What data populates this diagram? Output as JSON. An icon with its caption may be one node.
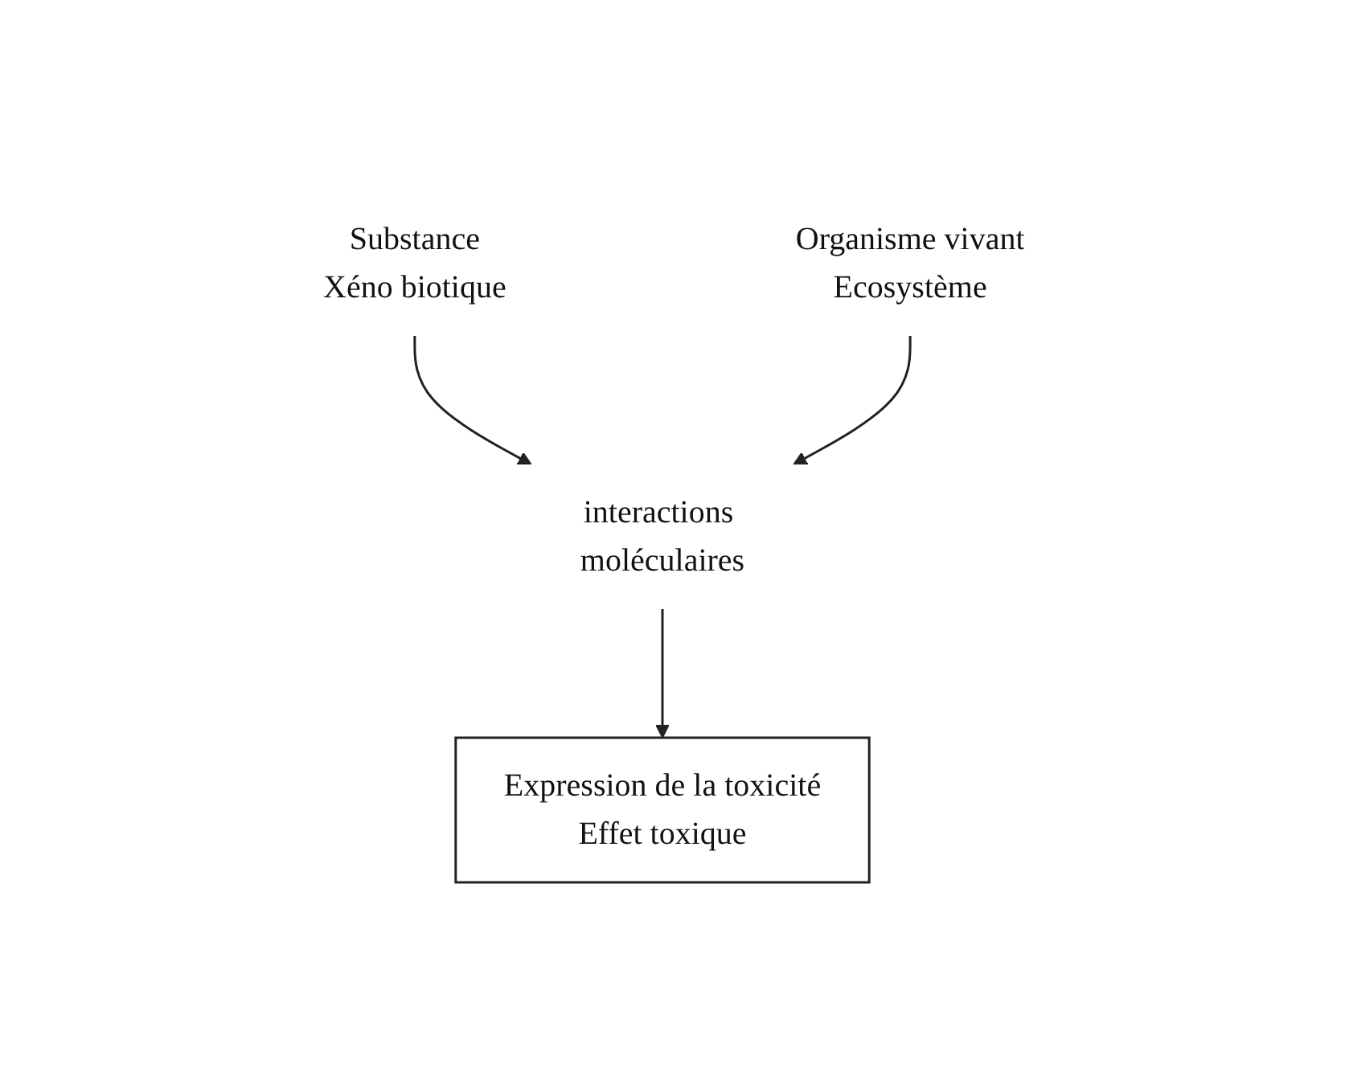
{
  "diagram": {
    "nodes": [
      {
        "text": [
          "Substance",
          "Xéno biotique"
        ]
      },
      {
        "text": [
          "Organisme vivant",
          "Ecosystème"
        ]
      },
      {
        "text": [
          "interactions moléculaires"
        ]
      },
      {
        "text": [
          "Expression de la toxicité",
          "Effet toxique"
        ]
      }
    ],
    "edges": [
      {
        "from": 0,
        "to": 2,
        "arrow": "to"
      },
      {
        "from": 1,
        "to": 2,
        "arrow": "to"
      },
      {
        "from": 2,
        "to": 3,
        "arrow": "to"
      }
    ]
  }
}
